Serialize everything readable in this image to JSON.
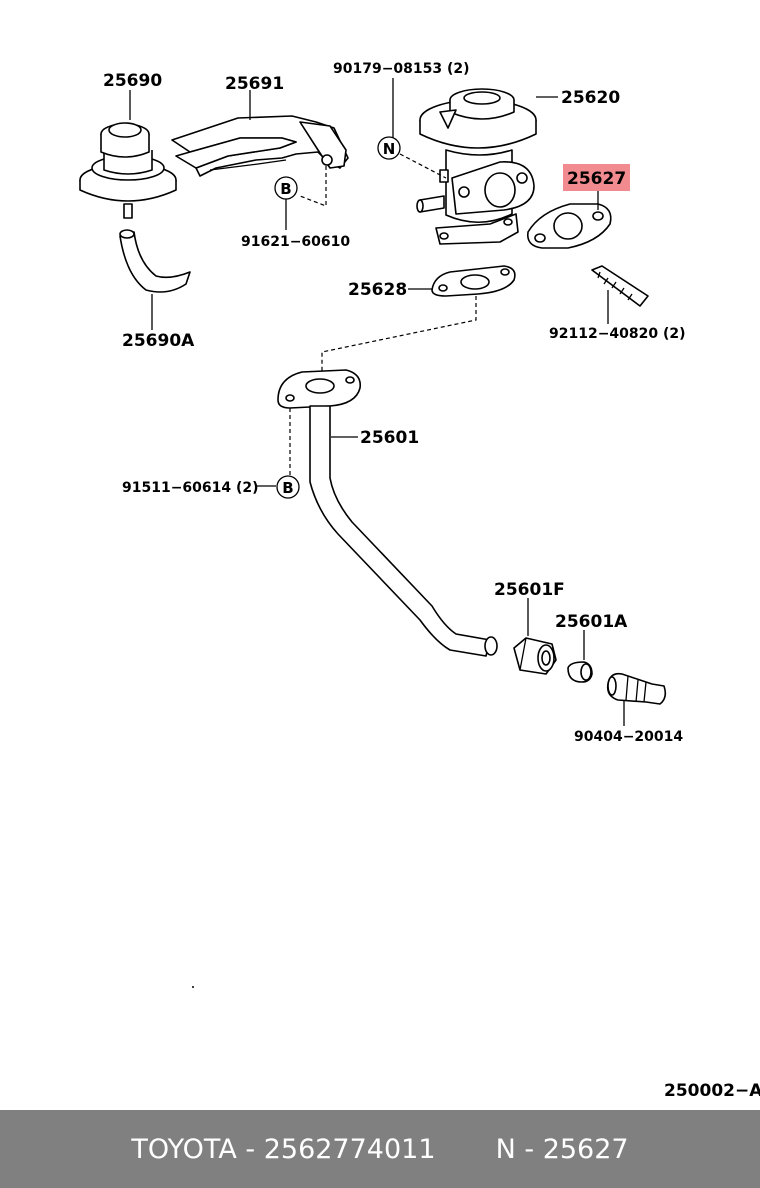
{
  "labels": {
    "p25690": "25690",
    "p25691": "25691",
    "p90179": "90179−08153 (2)",
    "p25620": "25620",
    "p25627": "25627",
    "p91621": "91621−60610",
    "p25690a": "25690A",
    "p25628": "25628",
    "p92112": "92112−40820 (2)",
    "p25601": "25601",
    "p91511": "91511−60614 (2)",
    "p25601f": "25601F",
    "p25601a": "25601A",
    "p90404": "90404−20014",
    "fig": "250002−A"
  },
  "bubbles": {
    "n": "N",
    "b1": "B",
    "b2": "B"
  },
  "highlight_color": "#f28b8f",
  "footer": {
    "brand": "TOYOTA",
    "sep": " - ",
    "part_number": "2562774011",
    "code": "N - 25627"
  }
}
